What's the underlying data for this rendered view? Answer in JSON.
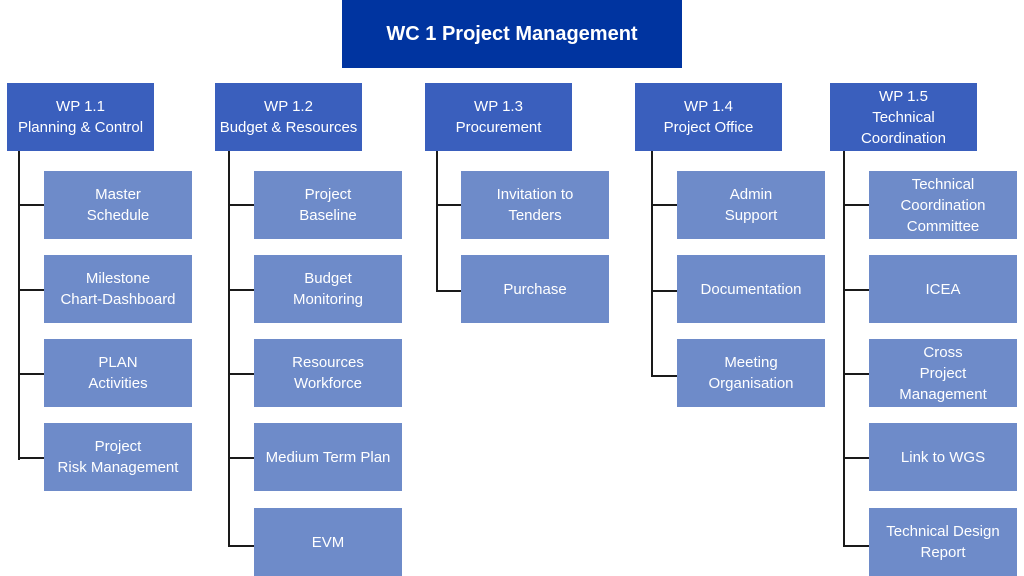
{
  "root": {
    "title": "WC 1 Project Management"
  },
  "packages": [
    {
      "title": "WP 1.1\nPlanning & Control",
      "tasks": [
        "Master\nSchedule",
        "Milestone\nChart-Dashboard",
        "PLAN\nActivities",
        "Project\nRisk Management"
      ]
    },
    {
      "title": "WP 1.2\nBudget & Resources",
      "tasks": [
        "Project\nBaseline",
        "Budget\nMonitoring",
        "Resources\nWorkforce",
        "Medium Term Plan",
        "EVM"
      ]
    },
    {
      "title": "WP 1.3\nProcurement",
      "tasks": [
        "Invitation to\nTenders",
        "Purchase"
      ]
    },
    {
      "title": "WP 1.4\nProject Office",
      "tasks": [
        "Admin\nSupport",
        "Documentation",
        "Meeting\nOrganisation"
      ]
    },
    {
      "title": "WP 1.5\nTechnical\nCoordination",
      "tasks": [
        "Technical\nCoordination\nCommittee",
        "ICEA",
        "Cross\nProject\nManagement",
        "Link to WGS",
        "Technical Design\nReport"
      ]
    }
  ],
  "colors": {
    "root": "#0034a0",
    "package": "#3a5fbd",
    "task": "#6e8bc9",
    "connector": "#1a1a1a"
  }
}
